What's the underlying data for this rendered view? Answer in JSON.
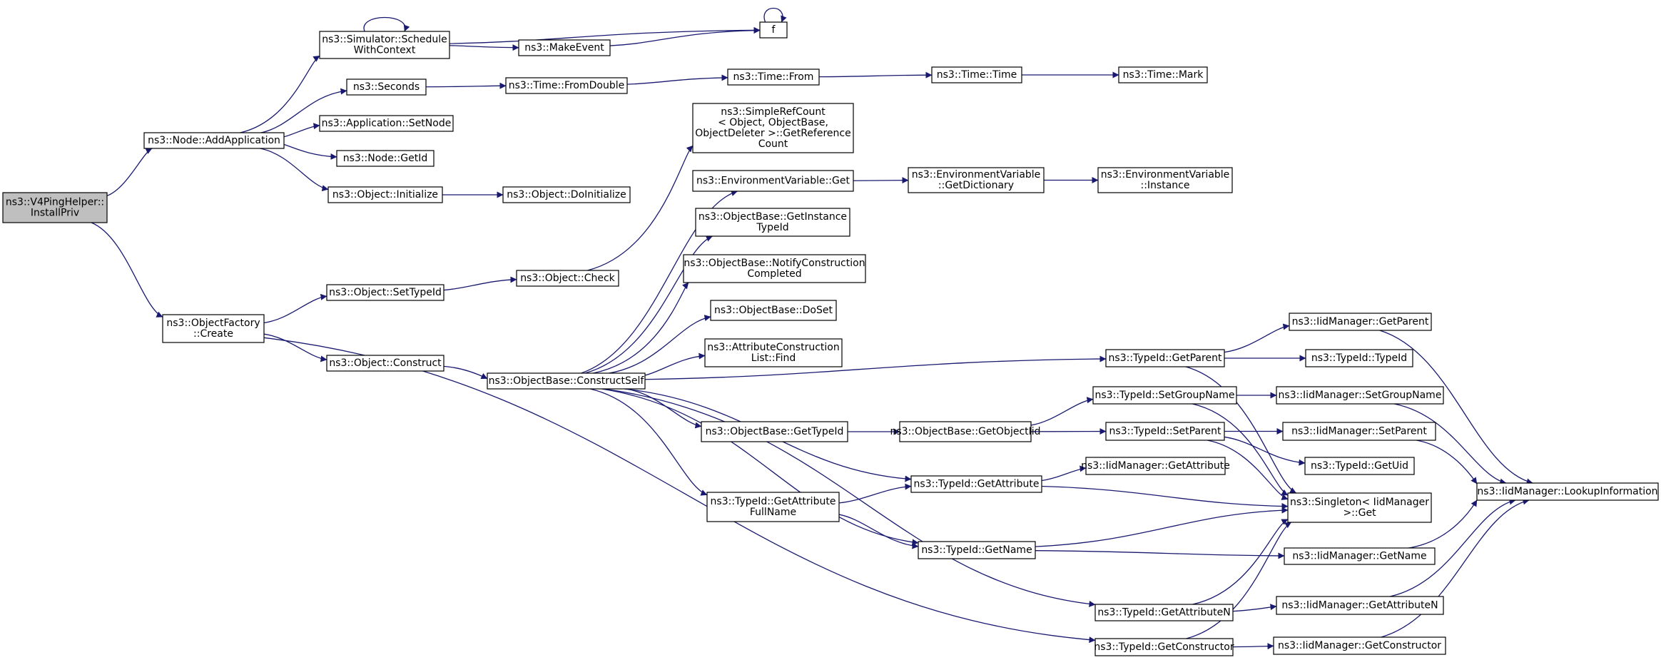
{
  "colors": {
    "background": "#ffffff",
    "node_fill": "#ffffff",
    "root_fill": "#bfbfbf",
    "node_border": "#000000",
    "edge": "#191970"
  },
  "nodes": [
    {
      "id": "root",
      "lines": [
        "ns3::V4PingHelper::",
        "InstallPriv"
      ],
      "highlight": true
    },
    {
      "id": "addapp",
      "lines": [
        "ns3::Node::AddApplication"
      ]
    },
    {
      "id": "ofcreate",
      "lines": [
        "ns3::ObjectFactory",
        "::Create"
      ]
    },
    {
      "id": "schedctx",
      "lines": [
        "ns3::Simulator::Schedule",
        "WithContext"
      ]
    },
    {
      "id": "seconds",
      "lines": [
        "ns3::Seconds"
      ]
    },
    {
      "id": "appsetnode",
      "lines": [
        "ns3::Application::SetNode"
      ]
    },
    {
      "id": "nodegetid",
      "lines": [
        "ns3::Node::GetId"
      ]
    },
    {
      "id": "objinit",
      "lines": [
        "ns3::Object::Initialize"
      ]
    },
    {
      "id": "makeevent",
      "lines": [
        "ns3::MakeEvent"
      ]
    },
    {
      "id": "f",
      "lines": [
        "f"
      ]
    },
    {
      "id": "fromdouble",
      "lines": [
        "ns3::Time::FromDouble"
      ]
    },
    {
      "id": "timefrom",
      "lines": [
        "ns3::Time::From"
      ]
    },
    {
      "id": "timetime",
      "lines": [
        "ns3::Time::Time"
      ]
    },
    {
      "id": "timemark",
      "lines": [
        "ns3::Time::Mark"
      ]
    },
    {
      "id": "doinit",
      "lines": [
        "ns3::Object::DoInitialize"
      ]
    },
    {
      "id": "settypeid",
      "lines": [
        "ns3::Object::SetTypeId"
      ]
    },
    {
      "id": "construct",
      "lines": [
        "ns3::Object::Construct"
      ]
    },
    {
      "id": "check",
      "lines": [
        "ns3::Object::Check"
      ]
    },
    {
      "id": "constructself",
      "lines": [
        "ns3::ObjectBase::ConstructSelf"
      ]
    },
    {
      "id": "simplerefcount",
      "lines": [
        "ns3::SimpleRefCount",
        "< Object, ObjectBase,",
        "ObjectDeleter >::GetReference",
        "Count"
      ]
    },
    {
      "id": "envget",
      "lines": [
        "ns3::EnvironmentVariable::Get"
      ]
    },
    {
      "id": "envdict",
      "lines": [
        "ns3::EnvironmentVariable",
        "::GetDictionary"
      ]
    },
    {
      "id": "envinst",
      "lines": [
        "ns3::EnvironmentVariable",
        "::Instance"
      ]
    },
    {
      "id": "getinsttypeid",
      "lines": [
        "ns3::ObjectBase::GetInstance",
        "TypeId"
      ]
    },
    {
      "id": "notifyconst",
      "lines": [
        "ns3::ObjectBase::NotifyConstruction",
        "Completed"
      ]
    },
    {
      "id": "doset",
      "lines": [
        "ns3::ObjectBase::DoSet"
      ]
    },
    {
      "id": "acfind",
      "lines": [
        "ns3::AttributeConstruction",
        "List::Find"
      ]
    },
    {
      "id": "obgettypeid",
      "lines": [
        "ns3::ObjectBase::GetTypeId"
      ]
    },
    {
      "id": "getattrfull",
      "lines": [
        "ns3::TypeId::GetAttribute",
        "FullName"
      ]
    },
    {
      "id": "getobjectiid",
      "lines": [
        "ns3::ObjectBase::GetObjectIid"
      ]
    },
    {
      "id": "tgetattr",
      "lines": [
        "ns3::TypeId::GetAttribute"
      ]
    },
    {
      "id": "tgetname",
      "lines": [
        "ns3::TypeId::GetName"
      ]
    },
    {
      "id": "tgetparent",
      "lines": [
        "ns3::TypeId::GetParent"
      ]
    },
    {
      "id": "tsetgroup",
      "lines": [
        "ns3::TypeId::SetGroupName"
      ]
    },
    {
      "id": "tsetparent",
      "lines": [
        "ns3::TypeId::SetParent"
      ]
    },
    {
      "id": "tgetattrn",
      "lines": [
        "ns3::TypeId::GetAttributeN"
      ]
    },
    {
      "id": "tgetctor",
      "lines": [
        "ns3::TypeId::GetConstructor"
      ]
    },
    {
      "id": "igetparent",
      "lines": [
        "ns3::IidManager::GetParent"
      ]
    },
    {
      "id": "ttypeid",
      "lines": [
        "ns3::TypeId::TypeId"
      ]
    },
    {
      "id": "isetgroup",
      "lines": [
        "ns3::IidManager::SetGroupName"
      ]
    },
    {
      "id": "isetparent",
      "lines": [
        "ns3::IidManager::SetParent"
      ]
    },
    {
      "id": "tgetuid",
      "lines": [
        "ns3::TypeId::GetUid"
      ]
    },
    {
      "id": "igetattr",
      "lines": [
        "ns3::IidManager::GetAttribute"
      ]
    },
    {
      "id": "singleton",
      "lines": [
        "ns3::Singleton< IidManager",
        ">::Get"
      ]
    },
    {
      "id": "igetname",
      "lines": [
        "ns3::IidManager::GetName"
      ]
    },
    {
      "id": "igetattrn",
      "lines": [
        "ns3::IidManager::GetAttributeN"
      ]
    },
    {
      "id": "igetctor",
      "lines": [
        "ns3::IidManager::GetConstructor"
      ]
    },
    {
      "id": "lookup",
      "lines": [
        "ns3::IidManager::LookupInformation"
      ]
    }
  ],
  "edges": [
    [
      "root",
      "addapp"
    ],
    [
      "root",
      "ofcreate"
    ],
    [
      "addapp",
      "schedctx"
    ],
    [
      "addapp",
      "seconds"
    ],
    [
      "addapp",
      "appsetnode"
    ],
    [
      "addapp",
      "nodegetid"
    ],
    [
      "addapp",
      "objinit"
    ],
    [
      "schedctx",
      "schedctx"
    ],
    [
      "schedctx",
      "makeevent"
    ],
    [
      "schedctx",
      "f"
    ],
    [
      "makeevent",
      "f"
    ],
    [
      "f",
      "f"
    ],
    [
      "seconds",
      "fromdouble"
    ],
    [
      "fromdouble",
      "timefrom"
    ],
    [
      "timefrom",
      "timetime"
    ],
    [
      "timetime",
      "timemark"
    ],
    [
      "objinit",
      "doinit"
    ],
    [
      "ofcreate",
      "settypeid"
    ],
    [
      "ofcreate",
      "construct"
    ],
    [
      "ofcreate",
      "tgetctor"
    ],
    [
      "settypeid",
      "check"
    ],
    [
      "check",
      "simplerefcount"
    ],
    [
      "construct",
      "constructself"
    ],
    [
      "constructself",
      "envget"
    ],
    [
      "constructself",
      "getinsttypeid"
    ],
    [
      "constructself",
      "notifyconst"
    ],
    [
      "constructself",
      "doset"
    ],
    [
      "constructself",
      "acfind"
    ],
    [
      "constructself",
      "tgetparent"
    ],
    [
      "constructself",
      "obgettypeid"
    ],
    [
      "constructself",
      "getattrfull"
    ],
    [
      "constructself",
      "tgetattr"
    ],
    [
      "constructself",
      "tgetname"
    ],
    [
      "constructself",
      "tgetattrn"
    ],
    [
      "envget",
      "envdict"
    ],
    [
      "envdict",
      "envinst"
    ],
    [
      "obgettypeid",
      "getobjectiid"
    ],
    [
      "getobjectiid",
      "tsetgroup"
    ],
    [
      "getobjectiid",
      "tsetparent"
    ],
    [
      "getattrfull",
      "tgetattr"
    ],
    [
      "getattrfull",
      "tgetname"
    ],
    [
      "tgetattr",
      "igetattr"
    ],
    [
      "tgetattr",
      "singleton"
    ],
    [
      "tgetname",
      "singleton"
    ],
    [
      "tgetname",
      "igetname"
    ],
    [
      "tgetparent",
      "igetparent"
    ],
    [
      "tgetparent",
      "ttypeid"
    ],
    [
      "tgetparent",
      "singleton"
    ],
    [
      "tsetgroup",
      "isetgroup"
    ],
    [
      "tsetgroup",
      "singleton"
    ],
    [
      "tsetparent",
      "isetparent"
    ],
    [
      "tsetparent",
      "tgetuid"
    ],
    [
      "tsetparent",
      "singleton"
    ],
    [
      "tgetattrn",
      "singleton"
    ],
    [
      "tgetattrn",
      "igetattrn"
    ],
    [
      "tgetctor",
      "singleton"
    ],
    [
      "tgetctor",
      "igetctor"
    ],
    [
      "igetparent",
      "lookup"
    ],
    [
      "isetgroup",
      "lookup"
    ],
    [
      "isetparent",
      "lookup"
    ],
    [
      "igetname",
      "lookup"
    ],
    [
      "igetattrn",
      "lookup"
    ],
    [
      "igetctor",
      "lookup"
    ]
  ]
}
